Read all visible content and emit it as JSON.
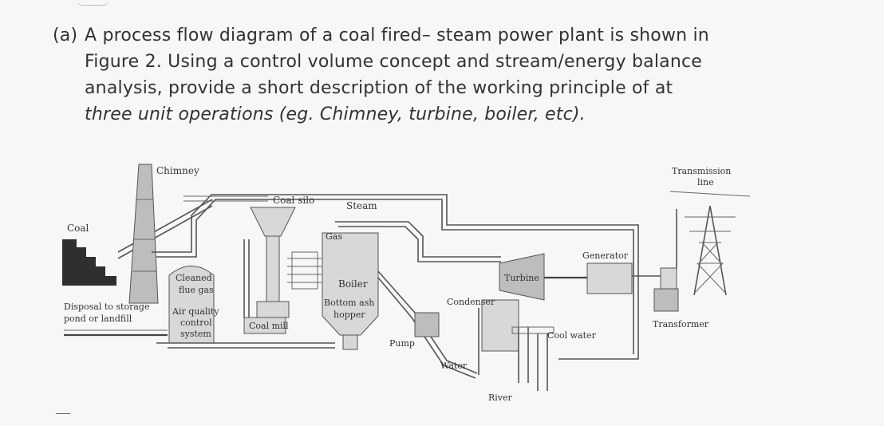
{
  "question": {
    "label": "(a)",
    "lines": [
      "A process flow diagram of a coal fired– steam power plant is shown in",
      "Figure 2. Using a control volume concept and stream/energy balance",
      "analysis, provide a short description of the working principle of at",
      "three unit operations (eg. Chimney, turbine, boiler, etc)."
    ]
  },
  "diagram": {
    "labels": {
      "chimney": "Chimney",
      "coal_silo": "Coal silo",
      "steam": "Steam",
      "coal": "Coal",
      "gas": "Gas",
      "cleaned_flue_gas_1": "Cleaned",
      "cleaned_flue_gas_2": "flue gas",
      "air_quality_1": "Air quality",
      "air_quality_2": "control",
      "air_quality_3": "system",
      "boiler": "Boiler",
      "bottom_ash_1": "Bottom ash",
      "bottom_ash_2": "hopper",
      "disposal_1": "Disposal to storage",
      "disposal_2": "pond or landfill",
      "coal_mill": "Coal mill",
      "pump": "Pump",
      "water": "Water",
      "condenser": "Condenser",
      "turbine": "Turbine",
      "generator": "Generator",
      "cool_water": "Cool water",
      "river": "River",
      "transmission_1": "Transmission",
      "transmission_2": "line",
      "transformer": "Transformer"
    }
  }
}
